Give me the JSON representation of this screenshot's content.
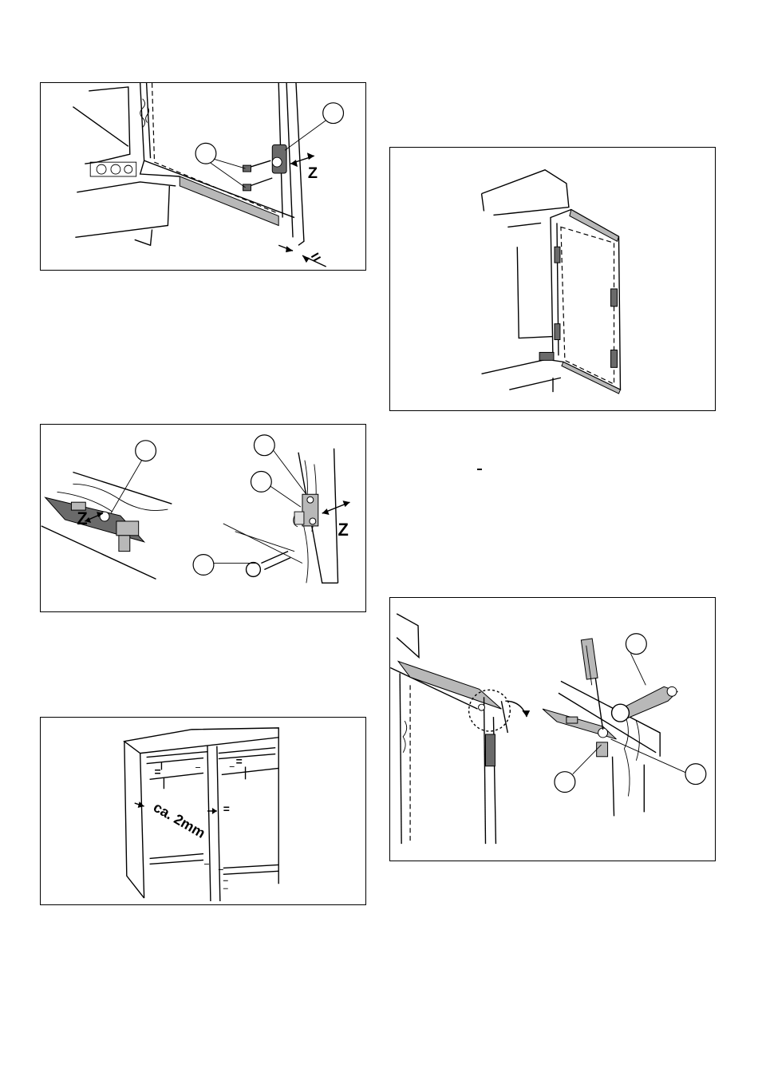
{
  "figures": {
    "fig1": {
      "motion_label": "Z",
      "spacing_mark": "="
    },
    "fig3": {
      "motion_label_left": "Z",
      "motion_label_right": "Z"
    },
    "fig5": {
      "gap_text": "ca. 2mm",
      "spacing_mark": "="
    }
  }
}
